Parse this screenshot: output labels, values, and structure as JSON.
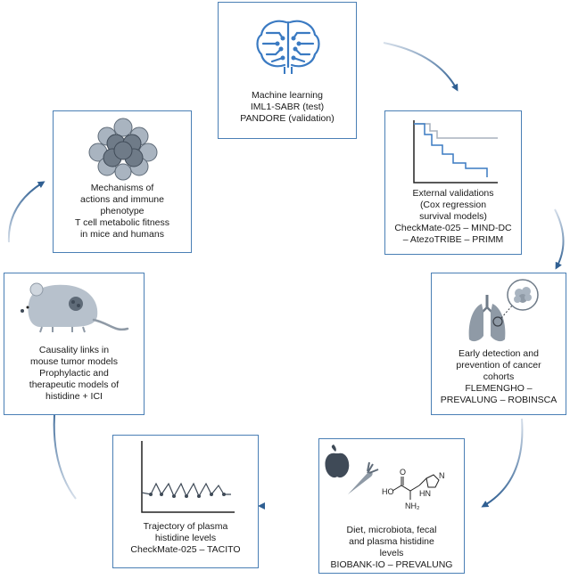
{
  "colors": {
    "border": "#4a7fb5",
    "arrow_dark": "#2f5f92",
    "arrow_light": "#c9d5e3",
    "icon_gray": "#8f9aa6",
    "icon_dark": "#5f6b78",
    "curve_blue": "#3a7ac2"
  },
  "nodes": {
    "machine_learning": {
      "icon": "brain-circuit-icon",
      "lines": [
        "Machine learning",
        "IML1-SABR (test)",
        "PANDORE (validation)"
      ]
    },
    "external_validations": {
      "icon": "survival-curve-icon",
      "lines": [
        "External validations",
        "(Cox regression",
        "survival models)",
        "CheckMate-025 –  MIND-DC",
        "– AtezoTRIBE – PRIMM"
      ]
    },
    "early_detection": {
      "icon": "lungs-icon",
      "lines": [
        "Early detection and",
        "prevention of cancer",
        "cohorts",
        "FLEMENGHO –",
        "PREVALUNG – ROBINSCA"
      ]
    },
    "diet": {
      "icon": "apple-carrot-histidine-icon",
      "molecule_labels": [
        "HO",
        "O",
        "NH₂",
        "N",
        "HN"
      ],
      "lines": [
        "Diet, microbiota, fecal",
        "and plasma histidine",
        "levels",
        "BIOBANK-IO – PREVALUNG"
      ]
    },
    "trajectory": {
      "icon": "oscillating-trajectory-icon",
      "lines": [
        "Trajectory of plasma",
        "histidine levels",
        "CheckMate-025 – TACITO"
      ]
    },
    "causality": {
      "icon": "mouse-tumor-icon",
      "lines": [
        "Causality links in",
        "mouse tumor models",
        "Prophylactic and",
        "therapeutic models of",
        "histidine + ICI"
      ]
    },
    "mechanisms": {
      "icon": "cell-cluster-icon",
      "lines": [
        "Mechanisms of",
        "actions and immune",
        "phenotype",
        "T cell metabolic fitness",
        "in mice and humans"
      ]
    }
  }
}
